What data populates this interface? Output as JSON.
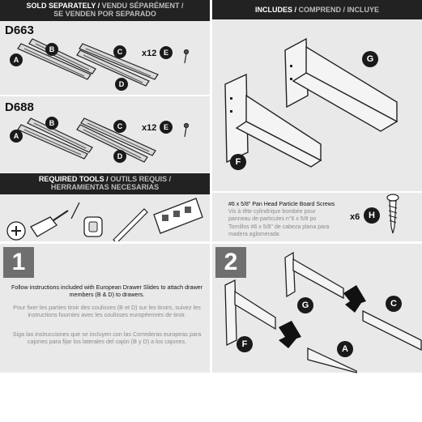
{
  "sold_separately": {
    "header": {
      "en": "SOLD SEPARATELY /",
      "fr": " VENDU SÉPARÉMENT /",
      "es": "SE VENDEN POR SEPARADO"
    },
    "kits": [
      {
        "code": "D663",
        "labels": [
          "A",
          "B",
          "C",
          "D",
          "E"
        ],
        "quantity": "x12"
      },
      {
        "code": "D688",
        "labels": [
          "A",
          "B",
          "C",
          "D",
          "E"
        ],
        "quantity": "x12"
      }
    ]
  },
  "tools": {
    "header": {
      "en": "REQUIRED TOOLS /",
      "fr": " OUTILS REQUIS /",
      "es": "HERRAMIENTAS NECESARIAS"
    }
  },
  "includes": {
    "header": {
      "en": "INCLUDES /",
      "fr": " COMPREND /",
      "es": " INCLUYE"
    },
    "labels": {
      "g": "G",
      "f": "F",
      "h": "H"
    },
    "screws": {
      "en": "#6 x 5/8\" Pan Head Particle Board Screws",
      "fr": "Vis à tête cylindrique bombée pour panneau de particules n°6 x 5/8 po",
      "es": "Tornillos #6 x 5/8\" de cabeza plana para madera aglomerada",
      "quantity": "x6"
    }
  },
  "step1": {
    "number": "1",
    "en": "Follow instructions included with European Drawer Slides to attach drawer members (B & D) to drawers.",
    "fr": "Pour fixer les parties tiroir des coulisses (B et D) sur les tiroirs, suivez les instructions fournies avec les coulisses européennes de tiroir.",
    "es": "Siga las instrucciones que se incluyen con las Correderas europeas para cajones para fijar los laterales del cajón (B y D) a los cajones."
  },
  "step2": {
    "number": "2",
    "labels": {
      "g": "G",
      "c": "C",
      "f": "F",
      "a": "A"
    }
  }
}
